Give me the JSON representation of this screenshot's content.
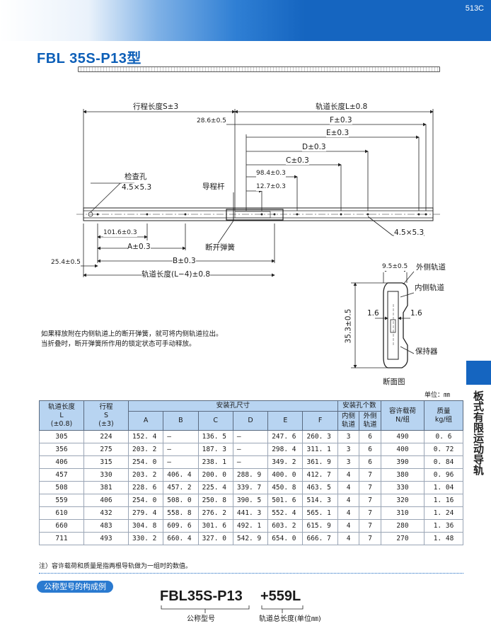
{
  "page_number": "513C",
  "title": "FBL 35S-P13型",
  "side_tab": "板式有限运动导轨",
  "drawing": {
    "dims": {
      "stroke": "行程长度S±3",
      "rail_length": "轨道长度L±0.8",
      "f": "F±0.3",
      "e": "E±0.3",
      "d": "D±0.3",
      "c": "C±0.3",
      "d98": "98.4±0.3",
      "d12": "12.7±0.3",
      "d28": "28.6±0.5",
      "d101": "101.6±0.3",
      "a": "A±0.3",
      "b": "B±0.3",
      "d25": "25.4±0.5",
      "rail_l4": "轨道长度(L−4)±0.8",
      "hole_spec_right": "4.5×5.3"
    },
    "labels": {
      "inspection_hole": "检查孔",
      "inspection_hole_size": "4.5×5.3",
      "guide_pin": "导程杆",
      "disconnect_spring": "断开弹簧"
    },
    "section": {
      "width": "9.5±0.5",
      "outer_rail": "外侧轨道",
      "inner_rail": "内侧轨道",
      "left_dim": "1.6",
      "right_dim": "1.6",
      "height": "35.3±0.5",
      "retainer": "保持器",
      "caption": "断面图"
    }
  },
  "note_lines": [
    "如果释放附在内侧轨道上的断开弹簧，就可将内侧轨道拉出。",
    "当折叠时，断开弹簧所作用的锁定状态可手动释放。"
  ],
  "unit": "单位：㎜",
  "table": {
    "h_rail_length": "轨道长度",
    "h_rail_length_L": "L",
    "h_rail_length_tol": "(±0.8)",
    "h_stroke": "行程",
    "h_stroke_S": "S",
    "h_stroke_tol": "(±3)",
    "h_mount": "安装孔尺寸",
    "h_holes": "安装孔个数",
    "h_inner": "内侧",
    "h_inner2": "轨道",
    "h_outer": "外侧",
    "h_outer2": "轨道",
    "h_load": "容许载荷",
    "h_load_unit": "N/组",
    "h_mass": "质量",
    "h_mass_unit": "kg/组",
    "cols": [
      "A",
      "B",
      "C",
      "D",
      "E",
      "F"
    ],
    "rows": [
      [
        "305",
        "224",
        "152. 4",
        "—",
        "136. 5",
        "—",
        "247. 6",
        "260. 3",
        "3",
        "6",
        "490",
        "0. 6"
      ],
      [
        "356",
        "275",
        "203. 2",
        "—",
        "187. 3",
        "—",
        "298. 4",
        "311. 1",
        "3",
        "6",
        "400",
        "0. 72"
      ],
      [
        "406",
        "315",
        "254. 0",
        "—",
        "238. 1",
        "—",
        "349. 2",
        "361. 9",
        "3",
        "6",
        "390",
        "0. 84"
      ],
      [
        "457",
        "330",
        "203. 2",
        "406. 4",
        "200. 0",
        "288. 9",
        "400. 0",
        "412. 7",
        "4",
        "7",
        "380",
        "0. 96"
      ],
      [
        "508",
        "381",
        "228. 6",
        "457. 2",
        "225. 4",
        "339. 7",
        "450. 8",
        "463. 5",
        "4",
        "7",
        "330",
        "1. 04"
      ],
      [
        "559",
        "406",
        "254. 0",
        "508. 0",
        "250. 8",
        "390. 5",
        "501. 6",
        "514. 3",
        "4",
        "7",
        "320",
        "1. 16"
      ],
      [
        "610",
        "432",
        "279. 4",
        "558. 8",
        "276. 2",
        "441. 3",
        "552. 4",
        "565. 1",
        "4",
        "7",
        "310",
        "1. 24"
      ],
      [
        "660",
        "483",
        "304. 8",
        "609. 6",
        "301. 6",
        "492. 1",
        "603. 2",
        "615. 9",
        "4",
        "7",
        "280",
        "1. 36"
      ],
      [
        "711",
        "493",
        "330. 2",
        "660. 4",
        "327. 0",
        "542. 9",
        "654. 0",
        "666. 7",
        "4",
        "7",
        "270",
        "1. 48"
      ]
    ]
  },
  "footnote": "注）容许载荷和质量是指两根导轨做为一组时的数值。",
  "example": {
    "heading": "公称型号的构成例",
    "model": "FBL35S-P13",
    "length_code": "+559L",
    "model_label": "公称型号",
    "length_label": "轨道总长度(单位㎜)"
  }
}
